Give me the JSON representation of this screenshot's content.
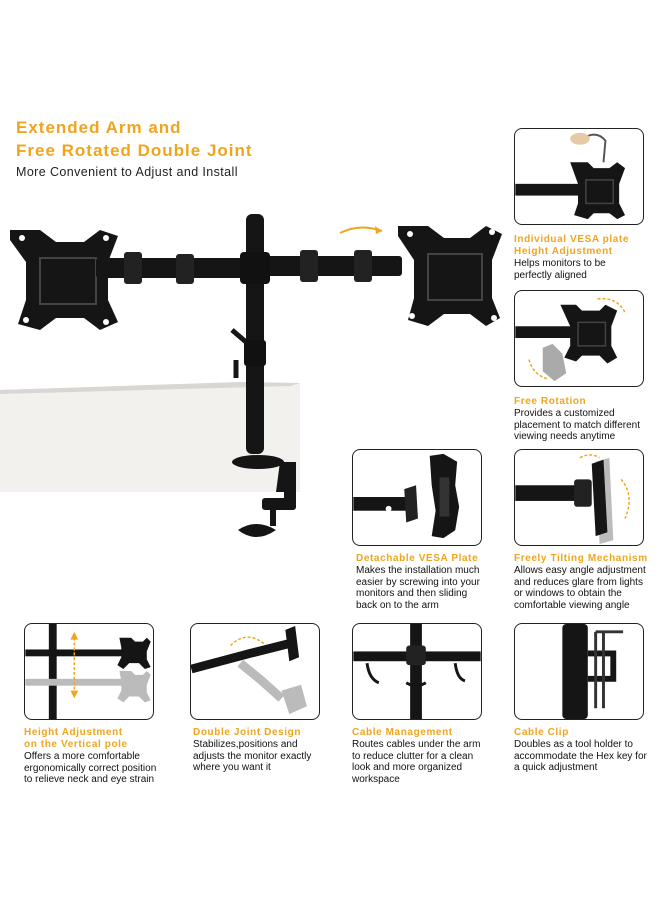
{
  "headline": {
    "title_line1": "Extended Arm and",
    "title_line2": "Free Rotated Double Joint",
    "subtitle": "More Convenient to Adjust and Install"
  },
  "features": {
    "vesa_height": {
      "title_line1": "Individual VESA plate",
      "title_line2": "Height Adjustment",
      "desc_line1": "Helps monitors to be",
      "desc_line2": "perfectly aligned"
    },
    "rotation": {
      "title": "Free Rotation",
      "desc_line1": "Provides a customized",
      "desc_line2": "placement to match different",
      "desc_line3": "viewing needs anytime"
    },
    "detachable": {
      "title": "Detachable VESA Plate",
      "desc_line1": "Makes the installation much",
      "desc_line2": "easier by screwing into your",
      "desc_line3": "monitors and then sliding",
      "desc_line4": "back on to the arm"
    },
    "tilting": {
      "title": "Freely Tilting Mechanism",
      "desc_line1": "Allows easy angle adjustment",
      "desc_line2": "and reduces glare from lights",
      "desc_line3": "or windows to obtain the",
      "desc_line4": "comfortable viewing angle"
    },
    "pole_height": {
      "title_line1": "Height Adjustment",
      "title_line2": "on the Vertical pole",
      "desc_line1": "Offers a more comfortable",
      "desc_line2": "ergonomically correct position",
      "desc_line3": "to relieve neck and eye strain"
    },
    "double_joint": {
      "title": "Double Joint Design",
      "desc_line1": "Stabilizes,positions and",
      "desc_line2": "adjusts the monitor exactly",
      "desc_line3": "where you want it"
    },
    "cable_mgmt": {
      "title": "Cable Management",
      "desc_line1": "Routes cables under the arm",
      "desc_line2": "to reduce clutter for a clean",
      "desc_line3": "look and more organized",
      "desc_line4": "workspace"
    },
    "cable_clip": {
      "title": "Cable Clip",
      "desc_line1": "Doubles as a tool holder to",
      "desc_line2": "accommodate the Hex key for",
      "desc_line3": "a quick adjustment"
    }
  },
  "colors": {
    "accent": "#f0a51d",
    "metal": "#151515",
    "desk": "#f2f1ee"
  }
}
